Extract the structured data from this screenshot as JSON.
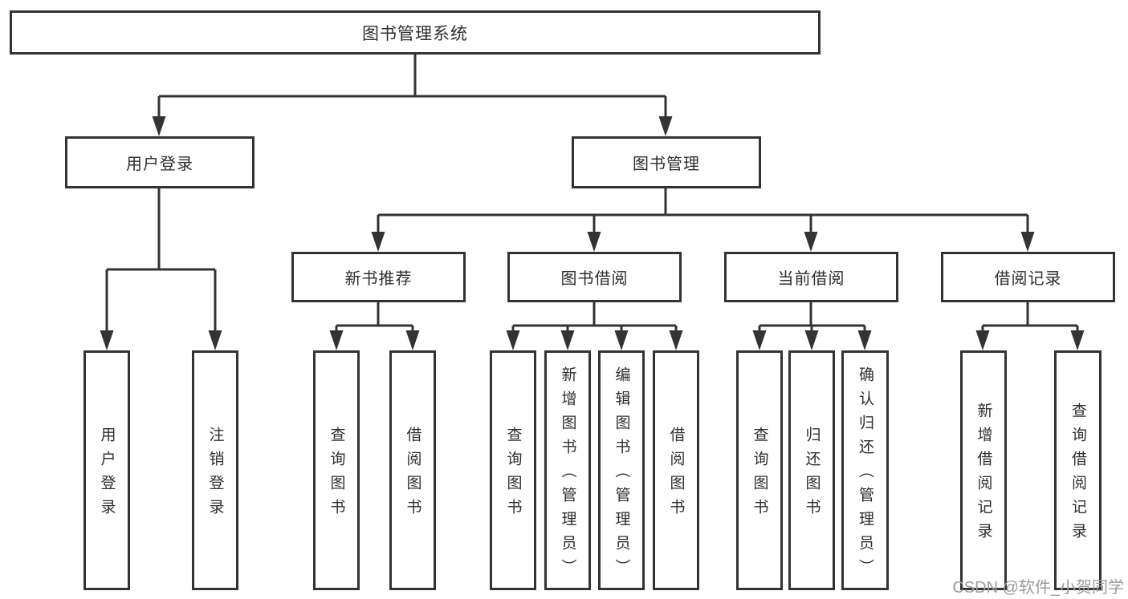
{
  "diagram": {
    "watermark": "CSDN @软件_小贺同学",
    "colors": {
      "line": "#333333",
      "text": "#2e2e2e",
      "watermark": "#9c9c9c",
      "background": "#ffffff"
    },
    "nodes": {
      "root": "图书管理系统",
      "user_login": "用户登录",
      "book_mgmt": "图书管理",
      "new_book_rec": "新书推荐",
      "book_borrow": "图书借阅",
      "current_borrow": "当前借阅",
      "borrow_record": "借阅记录",
      "leaf_user_login": "用户登录",
      "leaf_logout": "注销登录",
      "leaf_nbr_query": "查询图书",
      "leaf_nbr_borrow": "借阅图书",
      "leaf_bb_query": "查询图书",
      "leaf_bb_add": "新增图书（管理员）",
      "leaf_bb_edit": "编辑图书（管理员）",
      "leaf_bb_borrow": "借阅图书",
      "leaf_cb_query": "查询图书",
      "leaf_cb_return": "归还图书",
      "leaf_cb_confirm": "确认归还（管理员）",
      "leaf_br_add": "新增借阅记录",
      "leaf_br_query": "查询借阅记录"
    },
    "hierarchy": [
      {
        "parent": "图书管理系统",
        "children": [
          "用户登录",
          "图书管理"
        ]
      },
      {
        "parent": "用户登录",
        "children": [
          "用户登录",
          "注销登录"
        ]
      },
      {
        "parent": "图书管理",
        "children": [
          "新书推荐",
          "图书借阅",
          "当前借阅",
          "借阅记录"
        ]
      },
      {
        "parent": "新书推荐",
        "children": [
          "查询图书",
          "借阅图书"
        ]
      },
      {
        "parent": "图书借阅",
        "children": [
          "查询图书",
          "新增图书（管理员）",
          "编辑图书（管理员）",
          "借阅图书"
        ]
      },
      {
        "parent": "当前借阅",
        "children": [
          "查询图书",
          "归还图书",
          "确认归还（管理员）"
        ]
      },
      {
        "parent": "借阅记录",
        "children": [
          "新增借阅记录",
          "查询借阅记录"
        ]
      }
    ]
  }
}
